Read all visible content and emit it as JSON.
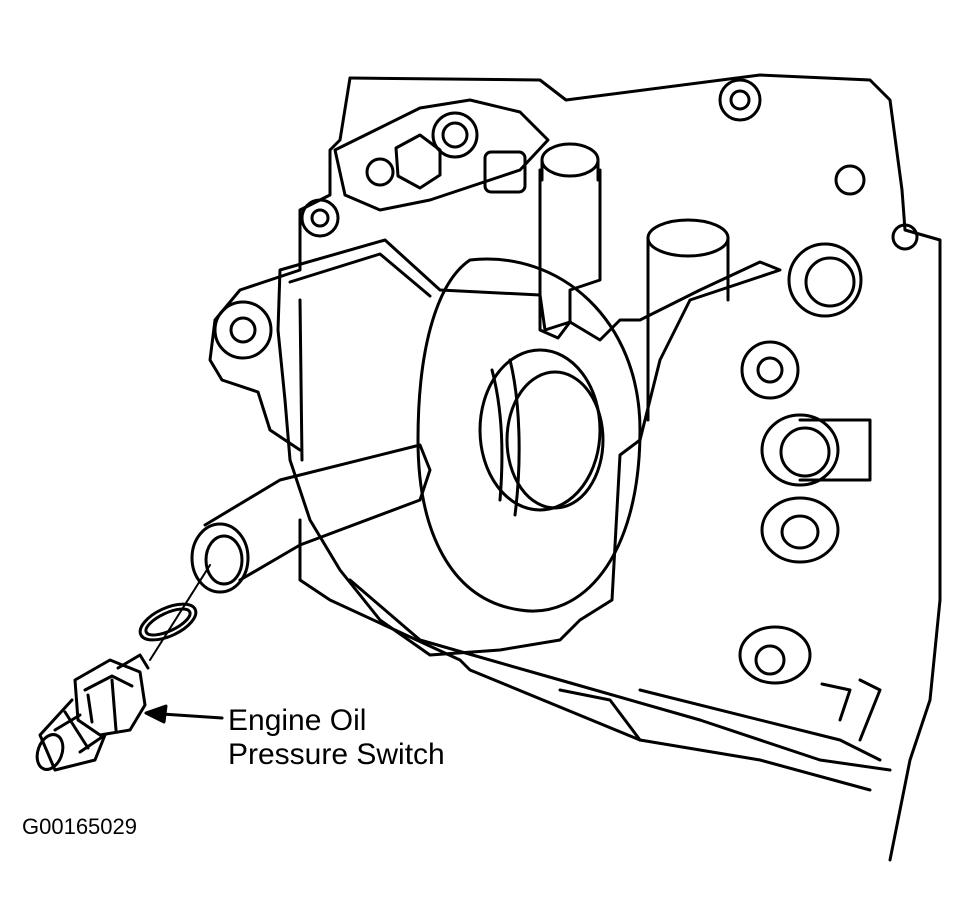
{
  "callout": {
    "line1": "Engine Oil",
    "line2": "Pressure Switch"
  },
  "figure_id": "G00165029",
  "colors": {
    "ink": "#000000",
    "paper": "#ffffff"
  },
  "icons": {
    "arrow": "callout-arrow-icon",
    "switch": "oil-pressure-switch-icon"
  }
}
